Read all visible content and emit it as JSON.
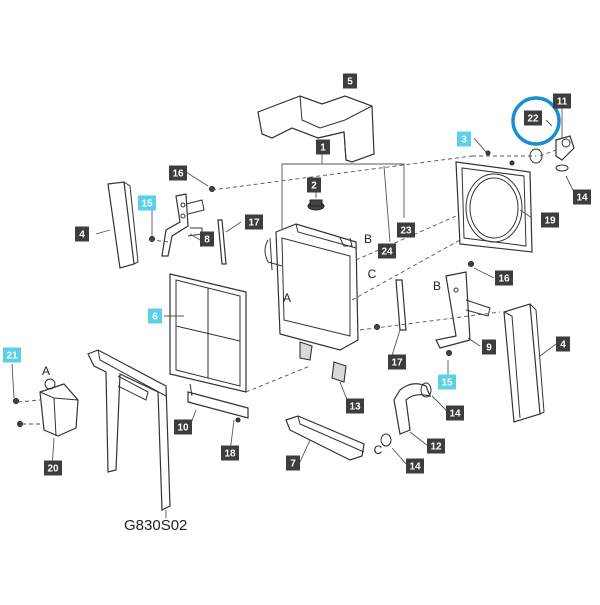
{
  "diagram": {
    "code": "G830S02",
    "highlight_color": "#1a8fd0",
    "label_dark_color": "#3d3d3d",
    "label_cyan_color": "#5ad1e6",
    "labels": [
      {
        "id": "5",
        "text": "5",
        "variant": "dark"
      },
      {
        "id": "22",
        "text": "22",
        "variant": "dark"
      },
      {
        "id": "11",
        "text": "11",
        "variant": "dark"
      },
      {
        "id": "3",
        "text": "3",
        "variant": "cyan"
      },
      {
        "id": "1",
        "text": "1",
        "variant": "dark"
      },
      {
        "id": "16a",
        "text": "16",
        "variant": "dark"
      },
      {
        "id": "2",
        "text": "2",
        "variant": "dark"
      },
      {
        "id": "14a",
        "text": "14",
        "variant": "dark"
      },
      {
        "id": "15a",
        "text": "15",
        "variant": "cyan"
      },
      {
        "id": "19",
        "text": "19",
        "variant": "dark"
      },
      {
        "id": "4a",
        "text": "4",
        "variant": "dark"
      },
      {
        "id": "17a",
        "text": "17",
        "variant": "dark"
      },
      {
        "id": "8",
        "text": "8",
        "variant": "dark"
      },
      {
        "id": "23",
        "text": "23",
        "variant": "dark"
      },
      {
        "id": "24",
        "text": "24",
        "variant": "dark"
      },
      {
        "id": "16b",
        "text": "16",
        "variant": "dark"
      },
      {
        "id": "6",
        "text": "6",
        "variant": "cyan"
      },
      {
        "id": "9",
        "text": "9",
        "variant": "dark"
      },
      {
        "id": "4b",
        "text": "4",
        "variant": "dark"
      },
      {
        "id": "21",
        "text": "21",
        "variant": "cyan"
      },
      {
        "id": "17b",
        "text": "17",
        "variant": "dark"
      },
      {
        "id": "15b",
        "text": "15",
        "variant": "cyan"
      },
      {
        "id": "13",
        "text": "13",
        "variant": "dark"
      },
      {
        "id": "14b",
        "text": "14",
        "variant": "dark"
      },
      {
        "id": "10",
        "text": "10",
        "variant": "dark"
      },
      {
        "id": "12",
        "text": "12",
        "variant": "dark"
      },
      {
        "id": "18",
        "text": "18",
        "variant": "dark"
      },
      {
        "id": "7",
        "text": "7",
        "variant": "dark"
      },
      {
        "id": "14c",
        "text": "14",
        "variant": "dark"
      },
      {
        "id": "20",
        "text": "20",
        "variant": "dark"
      }
    ],
    "letters": [
      {
        "id": "A1",
        "text": "A"
      },
      {
        "id": "B1",
        "text": "B"
      },
      {
        "id": "C1",
        "text": "C"
      },
      {
        "id": "B2",
        "text": "B"
      },
      {
        "id": "A2",
        "text": "A"
      },
      {
        "id": "C2",
        "text": "C"
      }
    ]
  }
}
